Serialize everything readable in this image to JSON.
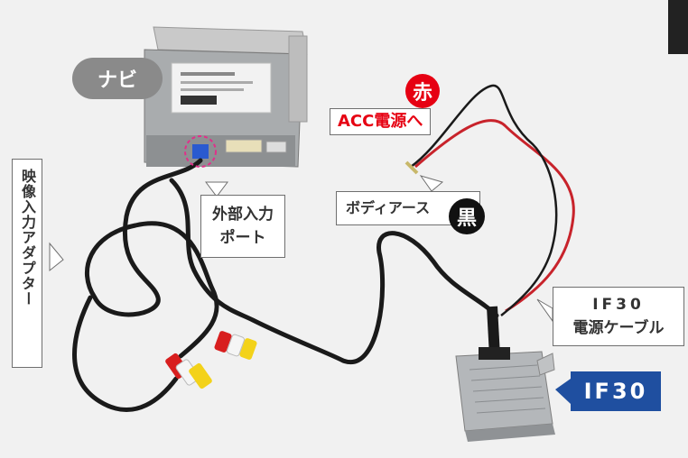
{
  "labels": {
    "navi": "ナビ",
    "red_badge": "赤",
    "acc_power": "ACC電源へ",
    "body_ground": "ボディアース",
    "black_badge": "黒",
    "external_input_line1": "外部入力",
    "external_input_line2": "ポート",
    "video_adapter": "映像入力アダプター",
    "if30_cable_line1": "IF30",
    "if30_cable_line2": "電源ケーブル",
    "if30_tag": "IF30"
  },
  "colors": {
    "background": "#f1f1f1",
    "navi_badge": "#8a8a8a",
    "red_badge": "#e60012",
    "acc_text": "#e60012",
    "black_badge": "#111111",
    "if30_tag": "#1f4fa0",
    "label_border": "#6f6f6f",
    "pink_dashed_circle": "#e0308a",
    "red_wire": "#c8232b",
    "black_wire": "#1a1a1a",
    "rca_red": "#d81e1e",
    "rca_white": "#f5f5f5",
    "rca_yellow": "#f3d21a"
  },
  "icons": {
    "navi_unit": "car-navigation-unit",
    "if30_unit": "if30-module-box",
    "connectors": "rca-plugs"
  }
}
